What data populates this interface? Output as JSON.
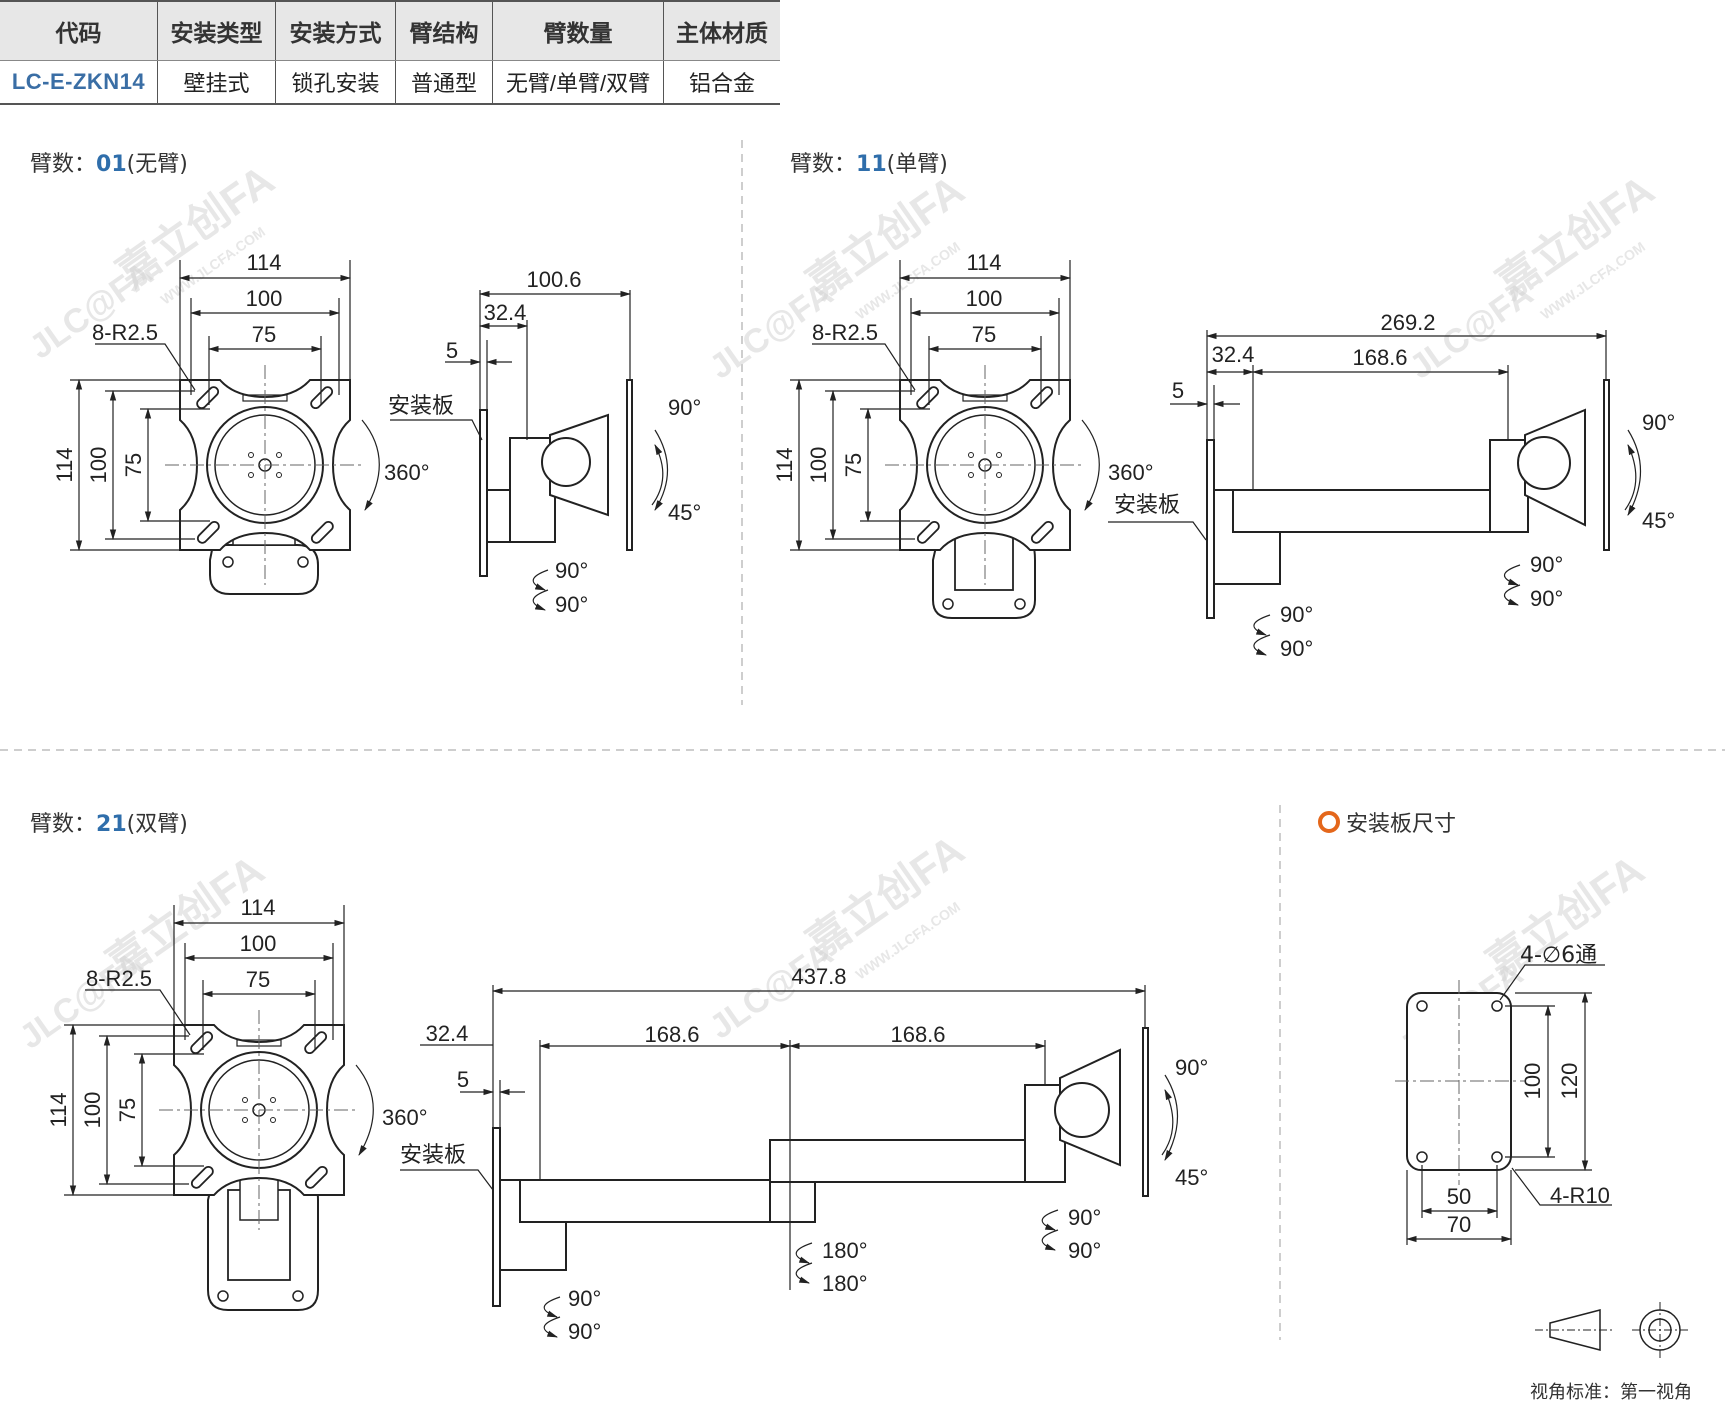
{
  "spec_table": {
    "headers": [
      "代码",
      "安装类型",
      "安装方式",
      "臂结构",
      "臂数量",
      "主体材质"
    ],
    "row": [
      "LC-E-ZKN14",
      "壁挂式",
      "锁孔安装",
      "普通型",
      "无臂/单臂/双臂",
      "铝合金"
    ]
  },
  "sections": [
    {
      "label": "臂数：",
      "num": "01",
      "paren": "(无臂)"
    },
    {
      "label": "臂数：",
      "num": "11",
      "paren": "(单臂)"
    },
    {
      "label": "臂数：",
      "num": "21",
      "paren": "(双臂)"
    }
  ],
  "vesa_dims": {
    "d114": "114",
    "d100": "100",
    "d75": "75",
    "r": "8-R2.5",
    "rot": "360°"
  },
  "side_common": {
    "plate_label": "安装板",
    "d5": "5",
    "d324": "32.4",
    "tilt_up": "90°",
    "tilt_down": "45°",
    "swivel_a": "90°",
    "swivel_b": "90°",
    "swivel_c": "180°",
    "swivel_d": "180°"
  },
  "view01": {
    "overall": "100.6"
  },
  "view11": {
    "overall": "269.2",
    "arm": "168.6"
  },
  "view21": {
    "overall": "437.8",
    "arm1": "168.6",
    "arm2": "168.6"
  },
  "plate": {
    "title": "安装板尺寸",
    "holes": "4-∅6通",
    "radius": "4-R10",
    "h_inner": "100",
    "h_outer": "120",
    "w_inner": "50",
    "w_outer": "70"
  },
  "watermark": {
    "logo": "JLC@FA",
    "brand": "嘉立创FA",
    "url": "WWW.JLCFA.COM"
  },
  "view_standard": "视角标准：第一视角",
  "colors": {
    "accent_blue": "#2f6eab",
    "orange": "#e4671b",
    "header_bg": "#e7e7e7"
  }
}
